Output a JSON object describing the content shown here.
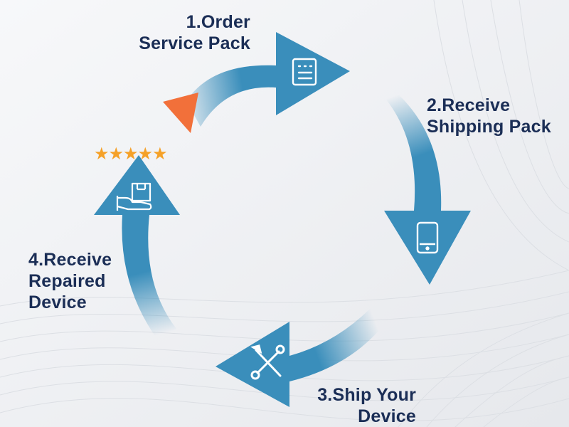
{
  "steps": [
    {
      "line1": "1.Order",
      "line2": "Service Pack",
      "icon": "order-form-icon"
    },
    {
      "line1": "2.Receive",
      "line2": "Shipping Pack",
      "icon": "smartphone-icon"
    },
    {
      "line1": "3.Ship Your",
      "line2": "Device",
      "icon": "repair-tools-icon"
    },
    {
      "line1": "4.Receive",
      "line2": "Repaired Device",
      "line2a": "Repaired",
      "line3": "Device",
      "icon": "package-in-hand-icon"
    }
  ],
  "rating": {
    "stars": 5,
    "glyphs": "★★★★★"
  },
  "colors": {
    "arrow": "#3a8ebb",
    "accent": "#f2703a",
    "label_text": "#1b2e56",
    "star": "#f5a128",
    "background": "#f4f5f7"
  }
}
